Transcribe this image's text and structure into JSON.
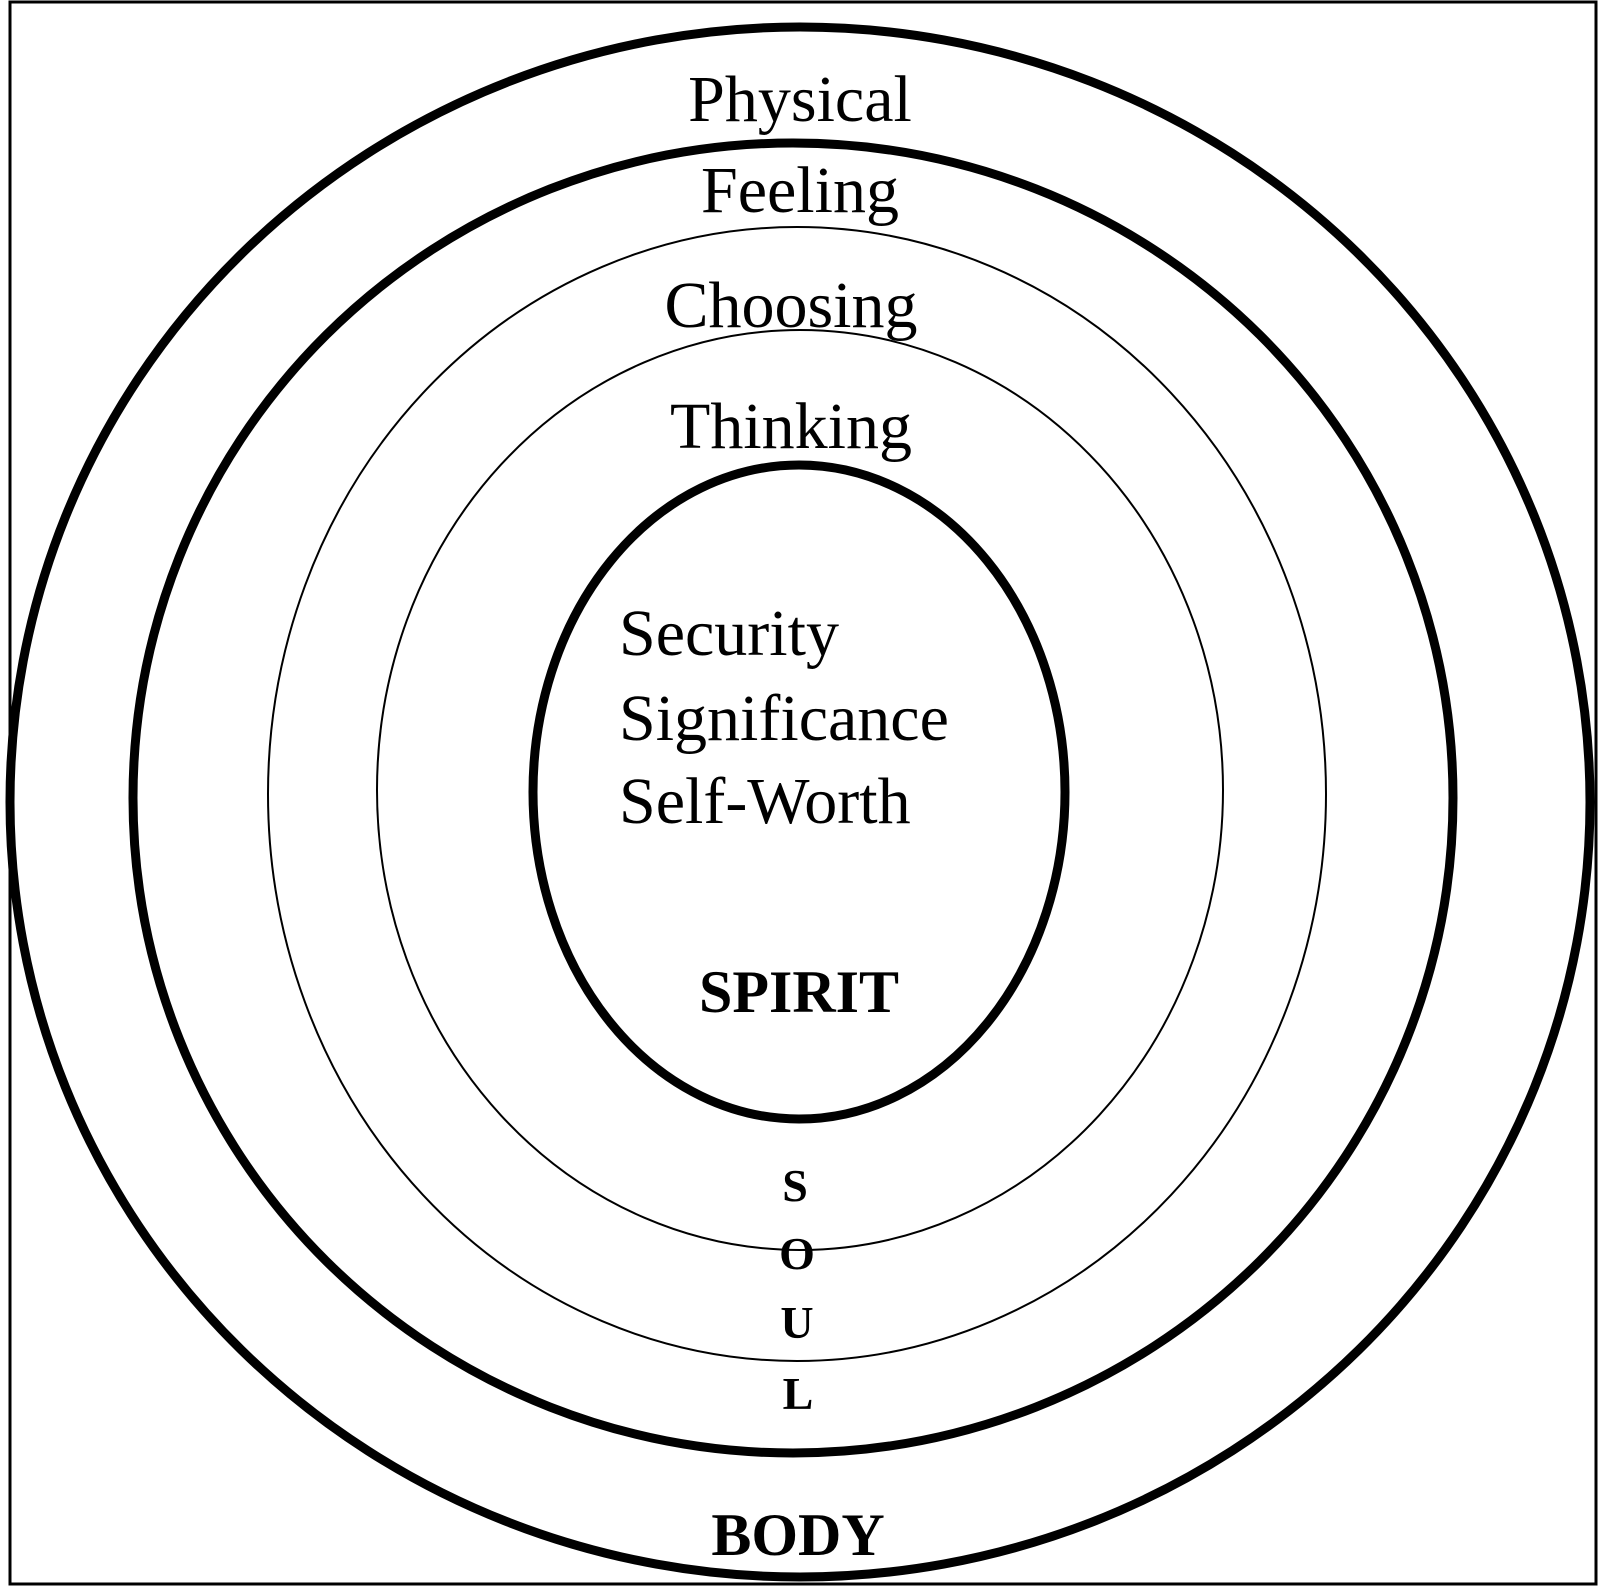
{
  "diagram": {
    "layers": {
      "physical": "Physical",
      "feeling": "Feeling",
      "choosing": "Choosing",
      "thinking": "Thinking"
    },
    "core_needs": [
      "Security",
      "Significance",
      "Self-Worth"
    ],
    "spirit_label": "SPIRIT",
    "soul_letters": [
      "S",
      "O",
      "U",
      "L"
    ],
    "body_label": "BODY",
    "colors": {
      "stroke": "#000000",
      "background": "#ffffff"
    }
  }
}
